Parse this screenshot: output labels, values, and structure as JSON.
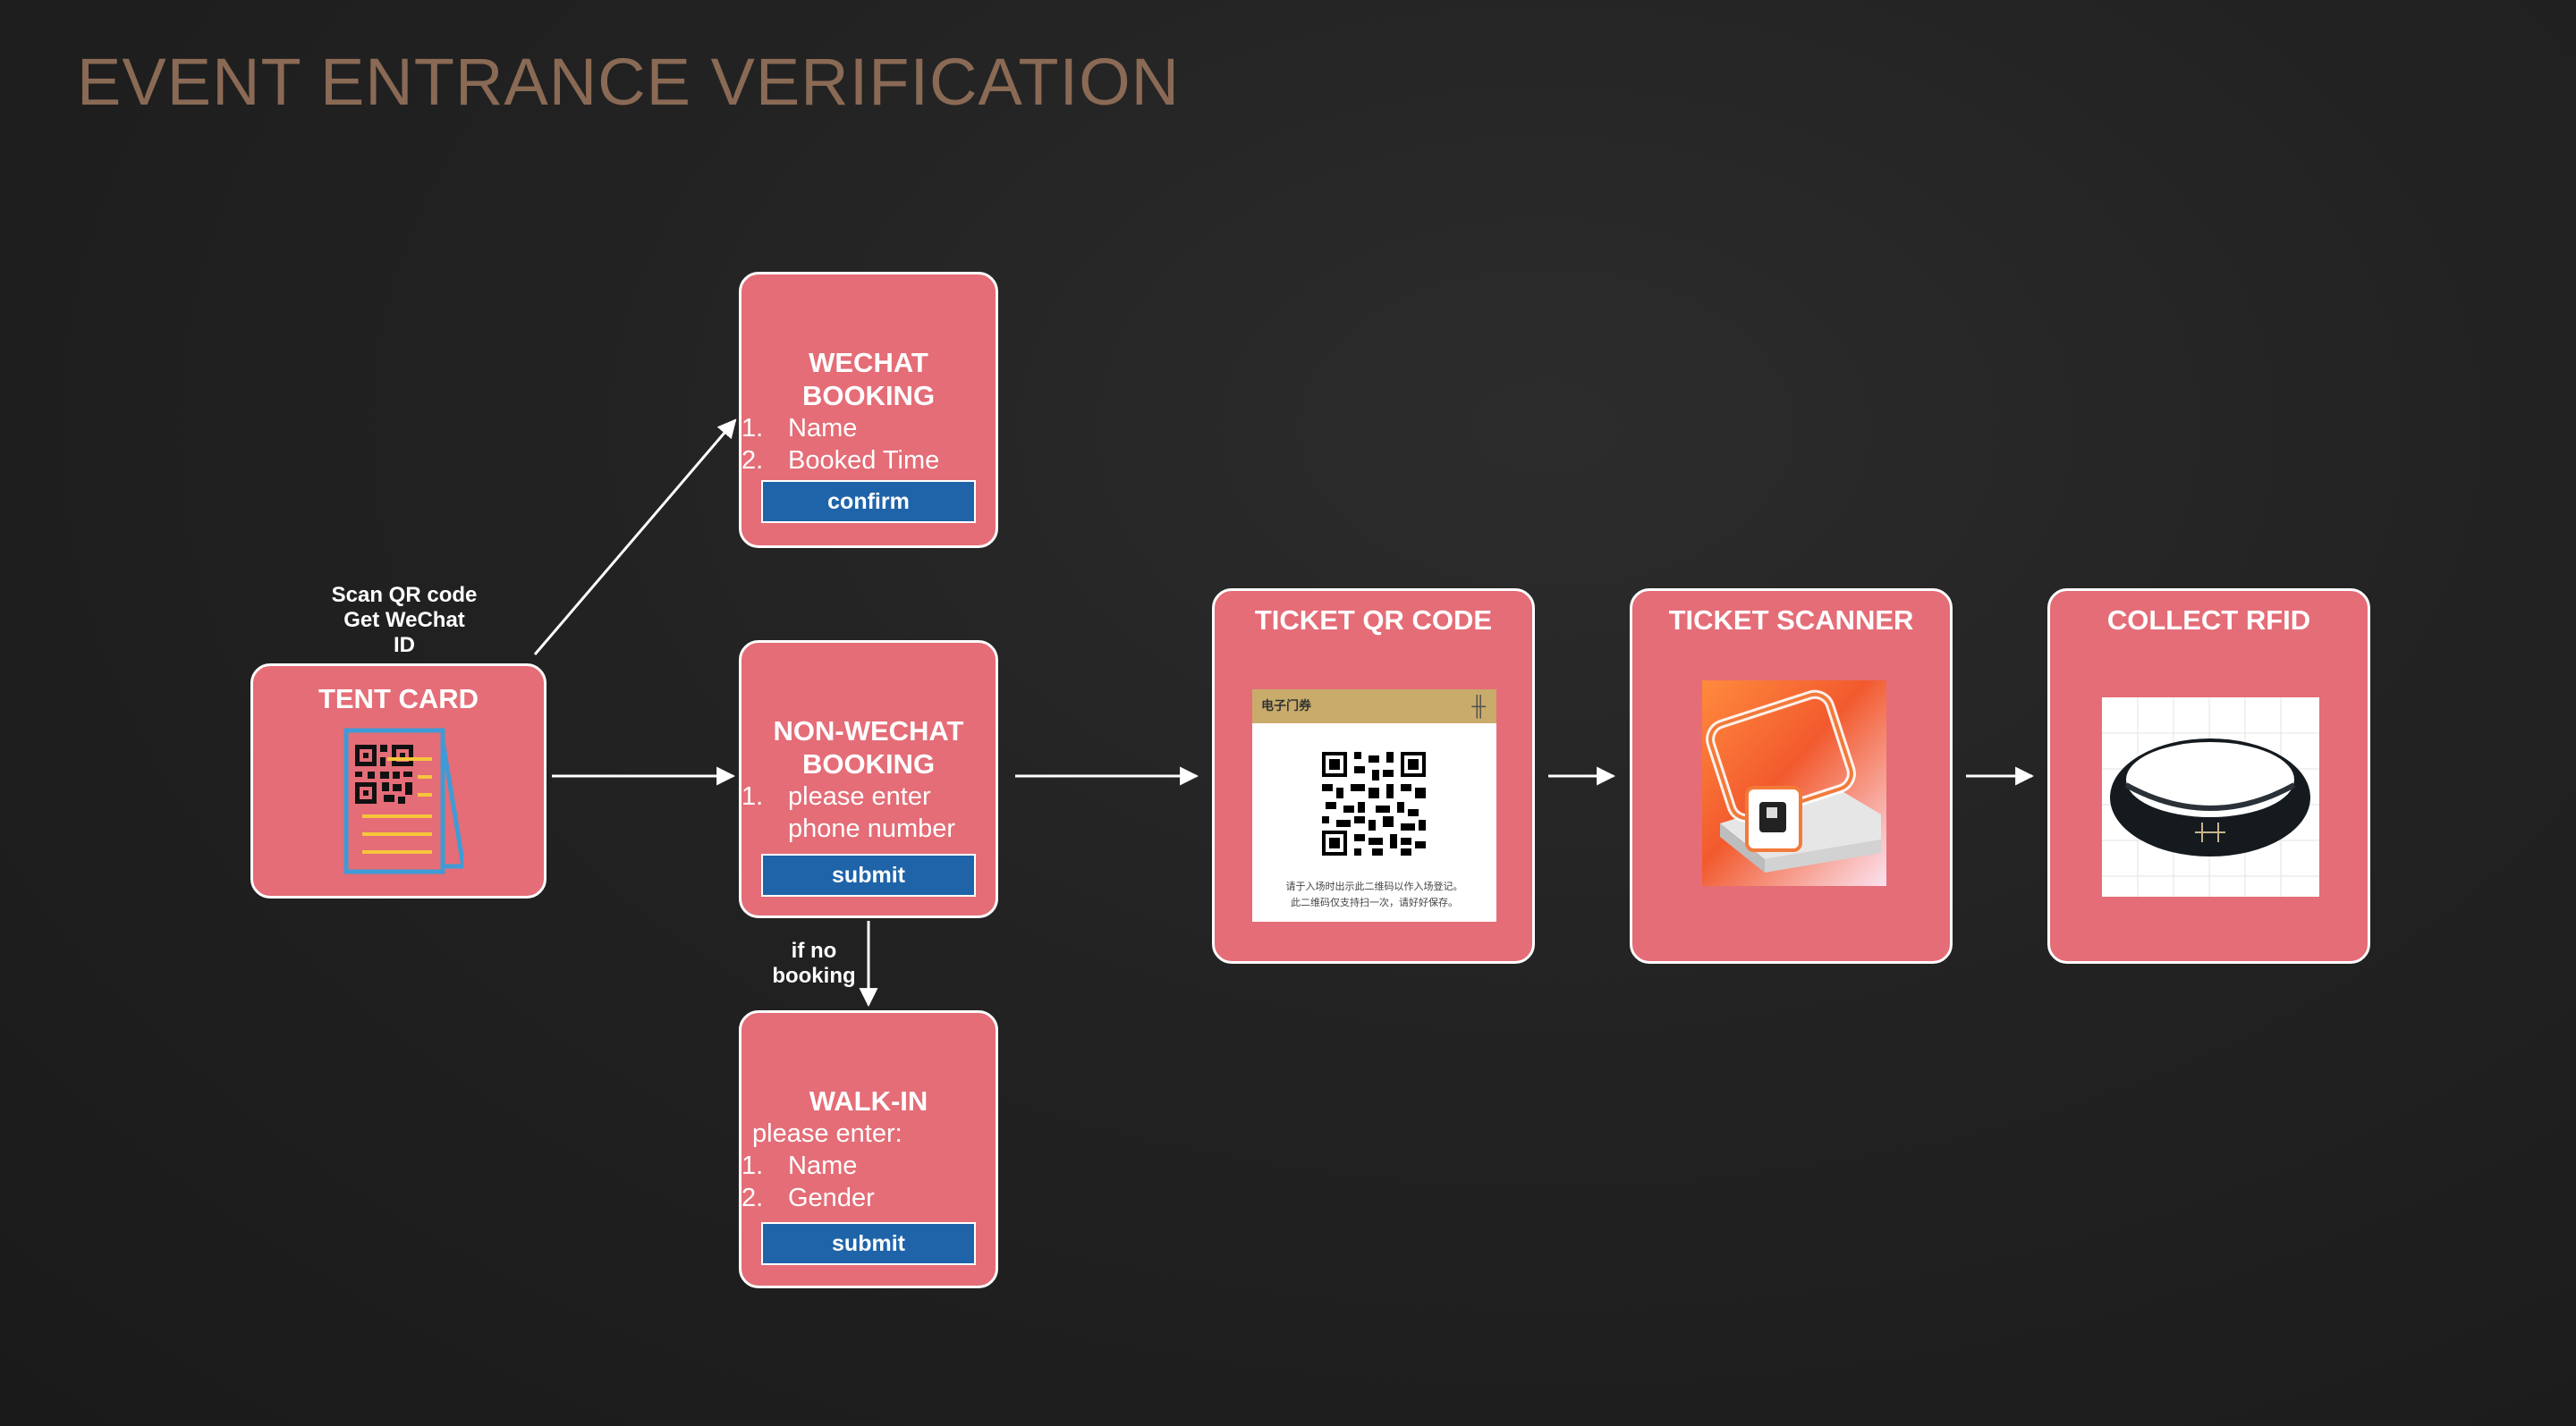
{
  "title": "EVENT ENTRANCE VERIFICATION",
  "colors": {
    "card": "#e46d77",
    "button": "#1f64a8",
    "title": "#8a6a55",
    "background": "#1f1f1f"
  },
  "annotations": {
    "scan_lines": [
      "Scan QR code",
      "Get WeChat",
      "ID"
    ],
    "no_booking_lines": [
      "if no",
      "booking"
    ]
  },
  "tent_card": {
    "title": "TENT CARD",
    "icon": "qr-tent-card-icon"
  },
  "wechat_booking": {
    "title_lines": [
      "WECHAT",
      "BOOKING"
    ],
    "items": [
      "Name",
      "Booked Time"
    ],
    "button": "confirm"
  },
  "non_wechat_booking": {
    "title_lines": [
      "NON-WECHAT",
      "BOOKING"
    ],
    "items": [
      "please enter phone number"
    ],
    "button": "submit"
  },
  "walk_in": {
    "title": "WALK-IN",
    "intro": "please enter:",
    "items": [
      "Name",
      "Gender"
    ],
    "button": "submit"
  },
  "ticket_qr": {
    "title": "TICKET QR CODE",
    "header": "电子门券",
    "caption_lines": [
      "请于入场时出示此二维码以作入场登记。",
      "此二维码仅支持扫一次，请好好保存。"
    ]
  },
  "ticket_scanner": {
    "title": "TICKET SCANNER",
    "icon": "barcode-scanner-icon"
  },
  "collect_rfid": {
    "title": "COLLECT RFID",
    "icon": "rfid-wristband-icon"
  }
}
